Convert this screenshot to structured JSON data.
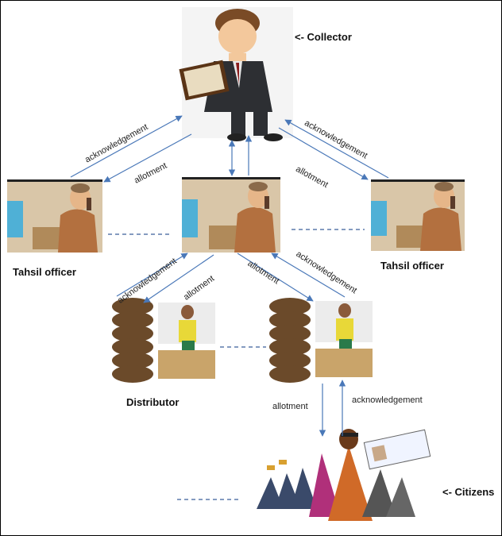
{
  "roles": {
    "collector": "<- Collector",
    "tahsil_left": "Tahsil officer",
    "tahsil_right": "Tahsil officer",
    "distributor": "Distributor",
    "citizens": "<- Citizens"
  },
  "edge_labels": {
    "acknowledgement": "acknowledgement",
    "acknowledgement_alt": "acknowledgement",
    "acknowledgement_right": "acknowledgement",
    "allotment": "allotment"
  },
  "colors": {
    "arrow": "#4a78b8",
    "dashed": "#3a5f9a"
  }
}
